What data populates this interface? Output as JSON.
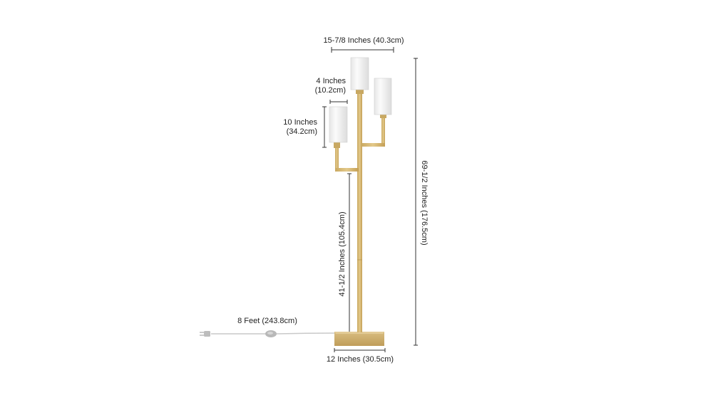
{
  "image": {
    "product": "floor-lamp",
    "shade_color": "#f4f4f4",
    "metal_color": "#d4b470",
    "dimension_line_color": "#333333"
  },
  "dimensions": {
    "overall_width": "15-7/8 Inches (40.3cm)",
    "shade_width_line1": "4 Inches",
    "shade_width_line2": "(10.2cm)",
    "shade_height_line1": "10 Inches",
    "shade_height_line2": "(34.2cm)",
    "overall_height": "69-1/2 Inches (176.5cm)",
    "lower_height": "41-1/2 Inches (105.4cm)",
    "cord_length": "8 Feet (243.8cm)",
    "base_width": "12 Inches (30.5cm)"
  }
}
